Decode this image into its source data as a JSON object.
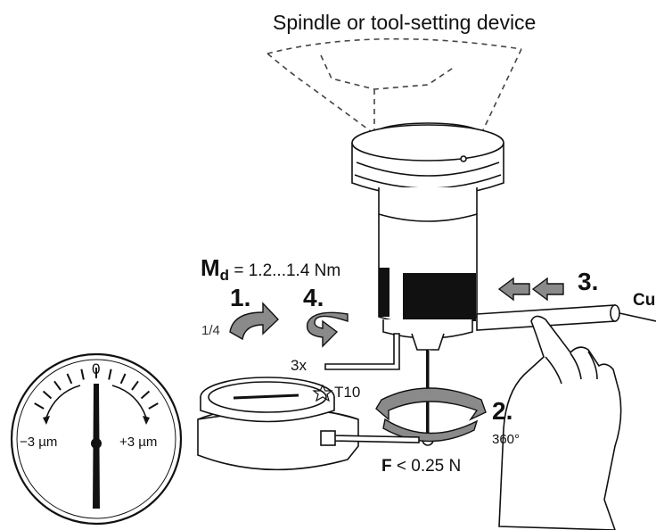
{
  "header": {
    "spindle_label": "Spindle or tool-setting device"
  },
  "torque": {
    "symbol": "M",
    "subscript": "d",
    "value": "= 1.2...1.4 Nm"
  },
  "steps": {
    "step1": "1.",
    "step1_sub": "1/4",
    "step2": "2.",
    "step2_sub": "360°",
    "step3": "3.",
    "step4": "4."
  },
  "screw": {
    "count": "3x",
    "tool": "T10"
  },
  "force": {
    "symbol": "F",
    "value": "< 0.25 N"
  },
  "gauge": {
    "zero": "0",
    "minus": "−3 µm",
    "plus": "+3 µm"
  },
  "edge_text": "Cu",
  "colors": {
    "ink": "#111111",
    "gray_arrow": "#8a8a8a",
    "dark_band": "#111111"
  }
}
